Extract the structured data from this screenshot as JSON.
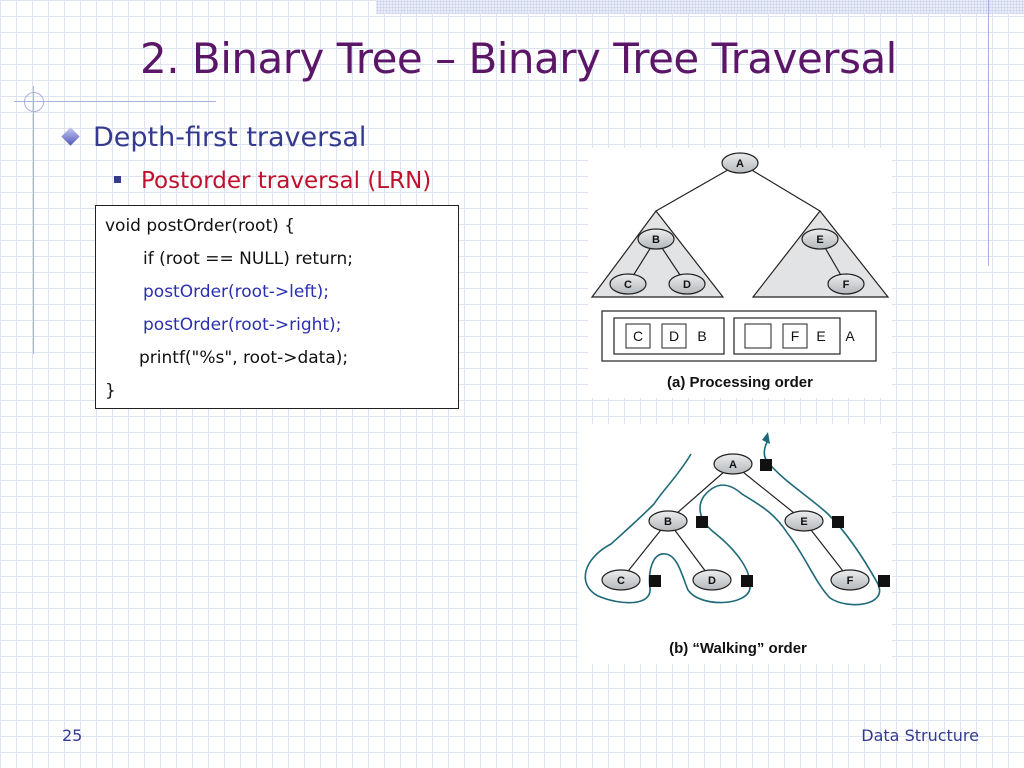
{
  "slide": {
    "title": "2. Binary Tree – Binary Tree Traversal",
    "bullet_level1": "Depth-first traversal",
    "bullet_level2": "Postorder traversal (LRN)",
    "page_number": "25",
    "course_name": "Data Structure"
  },
  "code": {
    "line1": "void postOrder(root) {",
    "line2": "if (root == NULL) return;",
    "line3": "postOrder(root->left);",
    "line4": "postOrder(root->right);",
    "line5": "printf(\"%s\", root->data);",
    "line6": "}"
  },
  "figure_a": {
    "nodes": {
      "A": "A",
      "B": "B",
      "C": "C",
      "D": "D",
      "E": "E",
      "F": "F"
    },
    "order_labels": {
      "C": "C",
      "D": "D",
      "B": "B",
      "F": "F",
      "E": "E",
      "A": "A"
    },
    "caption": "(a) Processing order"
  },
  "figure_b": {
    "nodes": {
      "A": "A",
      "B": "B",
      "C": "C",
      "D": "D",
      "E": "E",
      "F": "F"
    },
    "caption": "(b) “Walking” order"
  }
}
